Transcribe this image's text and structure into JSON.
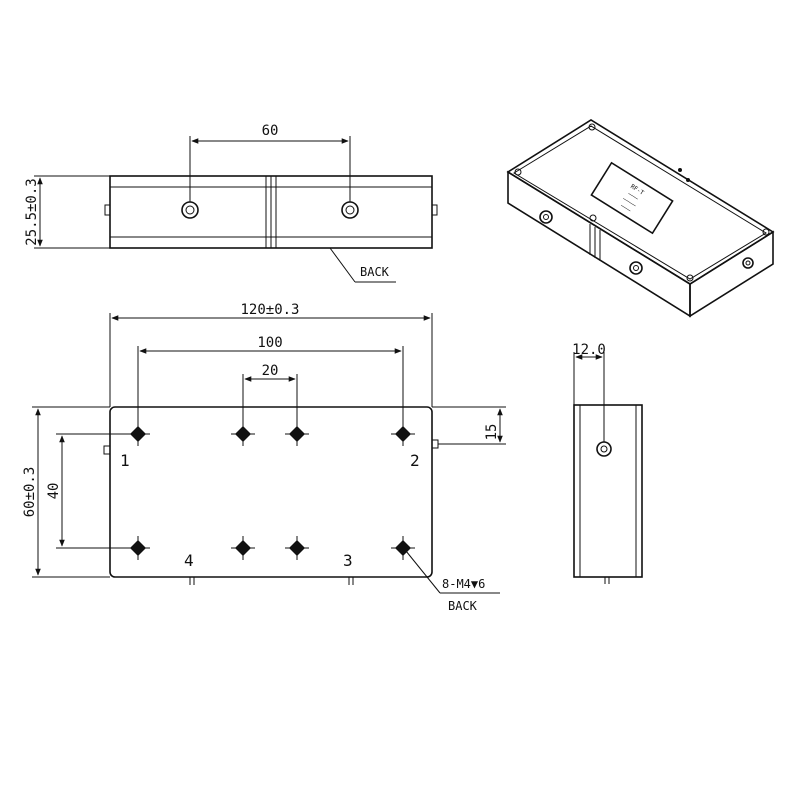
{
  "top_view": {
    "width_dim": "60",
    "height_dim": "25.5±0.3",
    "back_note": "BACK"
  },
  "front_view": {
    "overall_width_dim": "120±0.3",
    "hole_span_dim": "100",
    "center_span_dim": "20",
    "overall_height_dim": "60±0.3",
    "hole_height_dim": "40",
    "edge_offset_dim": "15",
    "ports": [
      "1",
      "2",
      "3",
      "4"
    ],
    "hole_note": "8-M4▼6",
    "back_note": "BACK"
  },
  "side_view": {
    "offset_dim": "12.0"
  },
  "iso_view": {
    "label_lines": [
      "RF-T",
      "───",
      "────",
      "───"
    ]
  },
  "colors": {
    "line": "#111111",
    "background": "#ffffff"
  }
}
